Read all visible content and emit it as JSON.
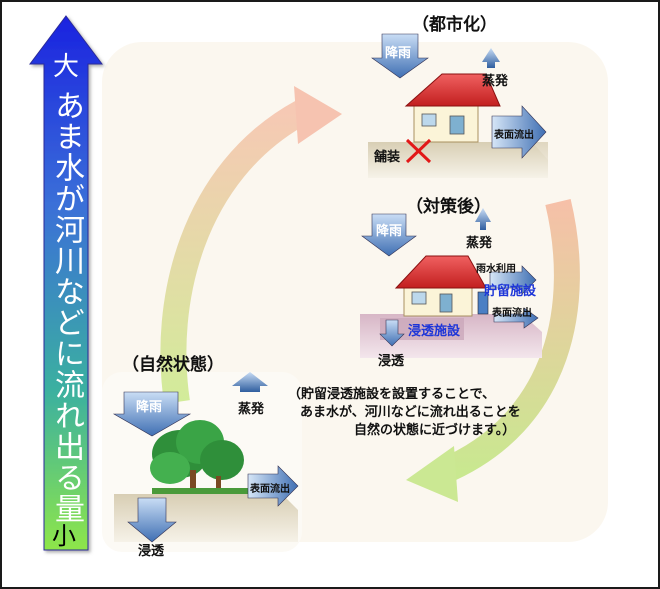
{
  "scale": {
    "big": "大",
    "small": "小",
    "label": "あま水が河川などに流れ出る量"
  },
  "urban": {
    "title": "（都市化）",
    "rain": "降雨",
    "evaporation": "蒸発",
    "runoff": "表面流出",
    "pavement": "舗装"
  },
  "after": {
    "title": "（対策後）",
    "rain": "降雨",
    "evaporation": "蒸発",
    "rain_use": "雨水利用",
    "storage": "貯留施設",
    "runoff": "表面流出",
    "infiltration_facility": "浸透施設",
    "infiltration": "浸透"
  },
  "natural": {
    "title": "（自然状態）",
    "rain": "降雨",
    "evaporation": "蒸発",
    "runoff": "表面流出",
    "infiltration": "浸透"
  },
  "note": {
    "line1": "（貯留浸透施設を設置することで、",
    "line2": "あま水が、河川などに流れ出ることを",
    "line3": "自然の状態に近づけます。）"
  }
}
